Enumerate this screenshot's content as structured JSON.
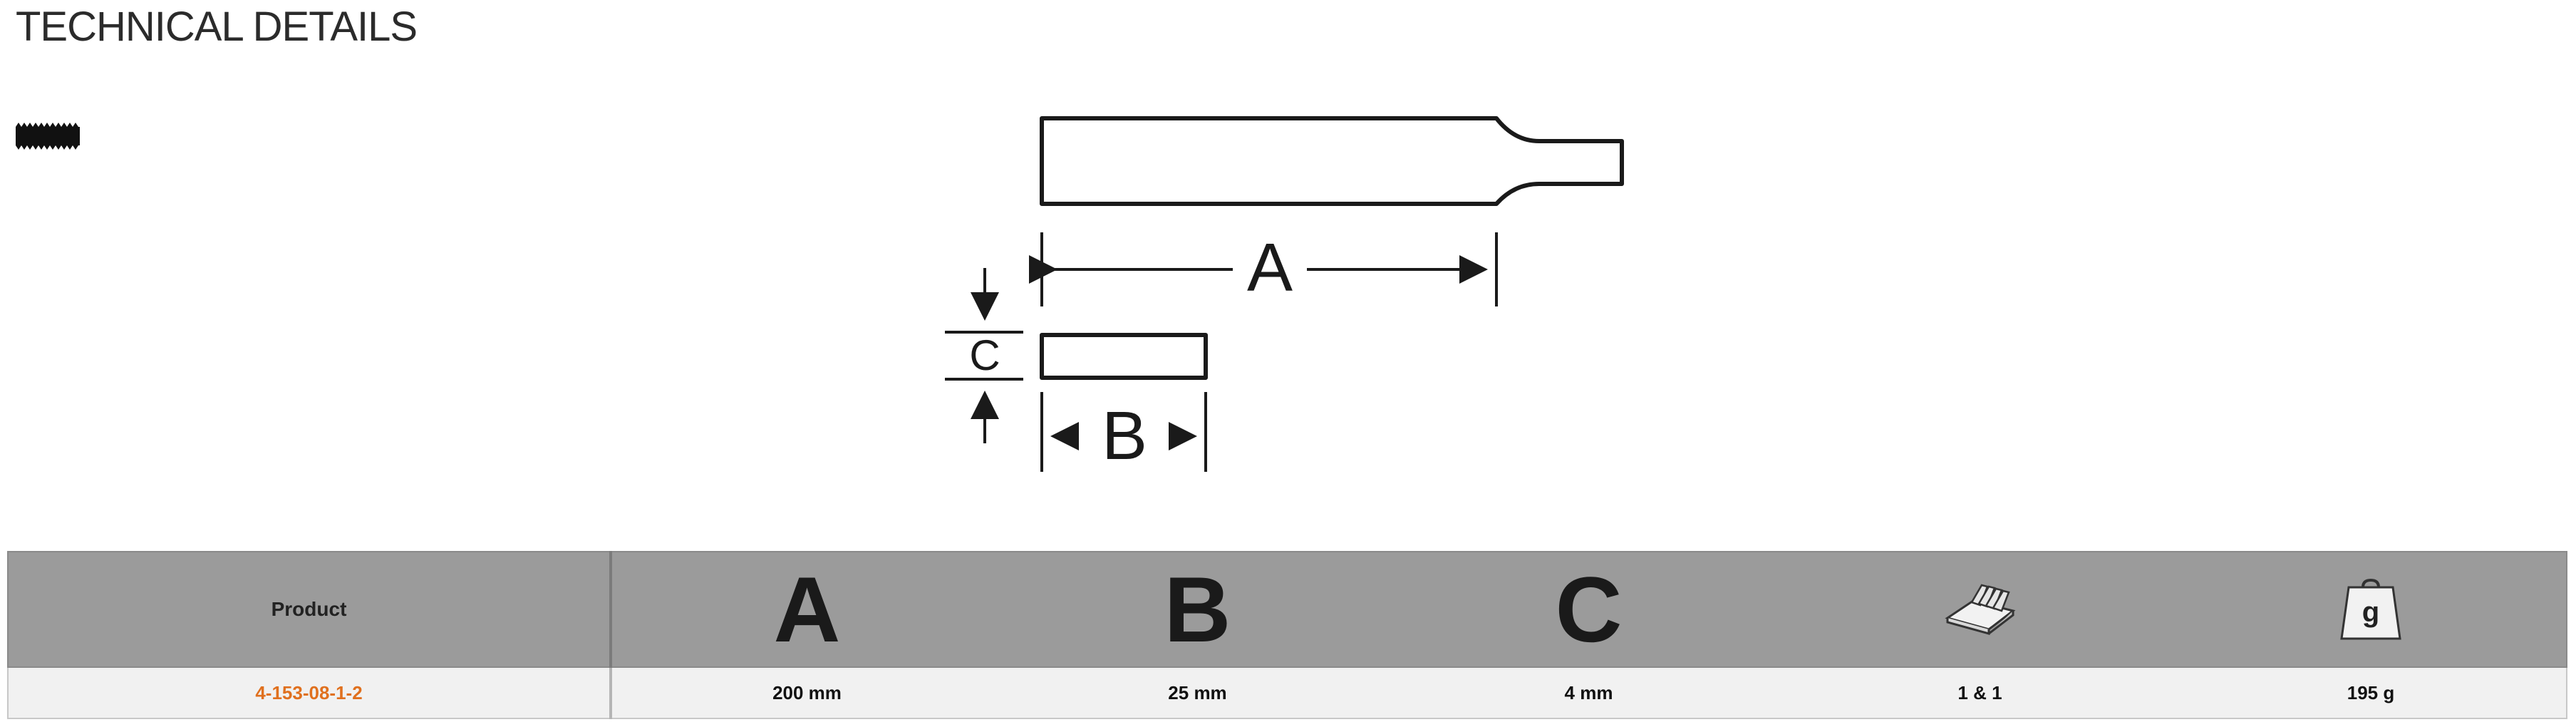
{
  "page": {
    "title": "TECHNICAL DETAILS"
  },
  "drawing": {
    "label_a": "A",
    "label_b": "B",
    "label_c": "C"
  },
  "table": {
    "header": {
      "product": "Product",
      "col_a": "A",
      "col_b": "B",
      "col_c": "C",
      "col_cut_icon": "cut-count-icon",
      "col_weight_icon": "weight-icon",
      "weight_symbol": "g"
    },
    "rows": [
      {
        "product": "4-153-08-1-2",
        "a": "200 mm",
        "b": "25 mm",
        "c": "4 mm",
        "cut": "1 & 1",
        "weight": "195 g"
      }
    ]
  },
  "colors": {
    "accent": "#e0701e",
    "header_bg": "#9b9b9b",
    "row_bg": "#f1f1f1"
  }
}
